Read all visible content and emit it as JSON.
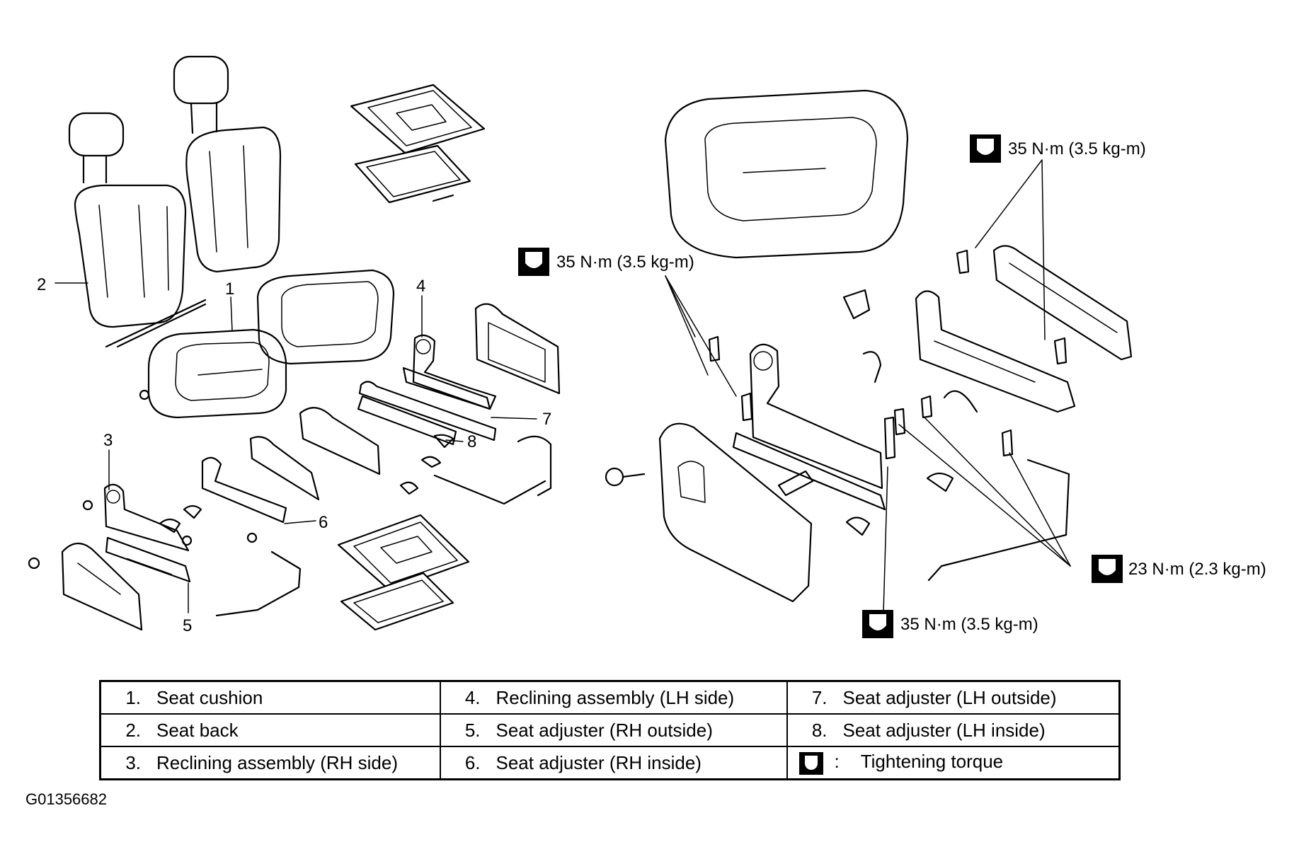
{
  "callouts": {
    "c1": "1",
    "c2": "2",
    "c3": "3",
    "c4": "4",
    "c5": "5",
    "c6": "6",
    "c7": "7",
    "c8": "8"
  },
  "torque_labels": {
    "upper_right": "35 N·m (3.5 kg-m)",
    "middle_left": "35 N·m (3.5 kg-m)",
    "lower_right": "23 N·m (2.3 kg-m)",
    "bottom": "35 N·m (3.5 kg-m)"
  },
  "legend": {
    "rows": [
      [
        {
          "num": "1.",
          "label": "Seat cushion"
        },
        {
          "num": "4.",
          "label": "Reclining assembly (LH side)"
        },
        {
          "num": "7.",
          "label": "Seat adjuster (LH outside)"
        }
      ],
      [
        {
          "num": "2.",
          "label": "Seat back"
        },
        {
          "num": "5.",
          "label": "Seat adjuster (RH outside)"
        },
        {
          "num": "8.",
          "label": "Seat adjuster (LH inside)"
        }
      ],
      [
        {
          "num": "3.",
          "label": "Reclining assembly (RH side)"
        },
        {
          "num": "6.",
          "label": "Seat adjuster (RH inside)"
        },
        {
          "num": ":",
          "label": "Tightening torque"
        }
      ]
    ]
  },
  "figure_code": "G01356682"
}
